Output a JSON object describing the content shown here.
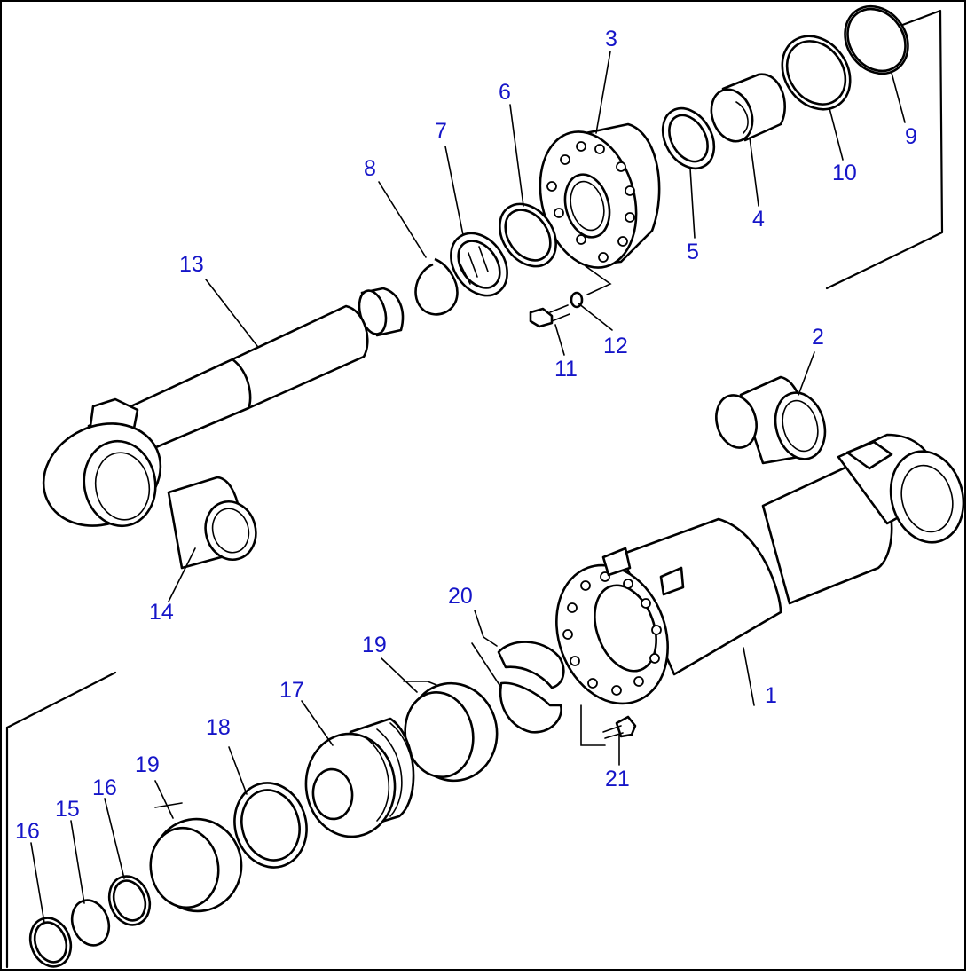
{
  "diagram": {
    "callouts": [
      {
        "id": "c1",
        "label": "1"
      },
      {
        "id": "c2",
        "label": "2"
      },
      {
        "id": "c3",
        "label": "3"
      },
      {
        "id": "c4",
        "label": "4"
      },
      {
        "id": "c5",
        "label": "5"
      },
      {
        "id": "c6",
        "label": "6"
      },
      {
        "id": "c7",
        "label": "7"
      },
      {
        "id": "c8",
        "label": "8"
      },
      {
        "id": "c9",
        "label": "9"
      },
      {
        "id": "c10",
        "label": "10"
      },
      {
        "id": "c11",
        "label": "11"
      },
      {
        "id": "c12",
        "label": "12"
      },
      {
        "id": "c13",
        "label": "13"
      },
      {
        "id": "c14",
        "label": "14"
      },
      {
        "id": "c15",
        "label": "15"
      },
      {
        "id": "c16a",
        "label": "16"
      },
      {
        "id": "c16b",
        "label": "16"
      },
      {
        "id": "c17",
        "label": "17"
      },
      {
        "id": "c18",
        "label": "18"
      },
      {
        "id": "c19a",
        "label": "19"
      },
      {
        "id": "c19b",
        "label": "19"
      },
      {
        "id": "c20",
        "label": "20"
      },
      {
        "id": "c21",
        "label": "21"
      }
    ],
    "label_color": "#1515c8",
    "line_color": "#000000"
  }
}
